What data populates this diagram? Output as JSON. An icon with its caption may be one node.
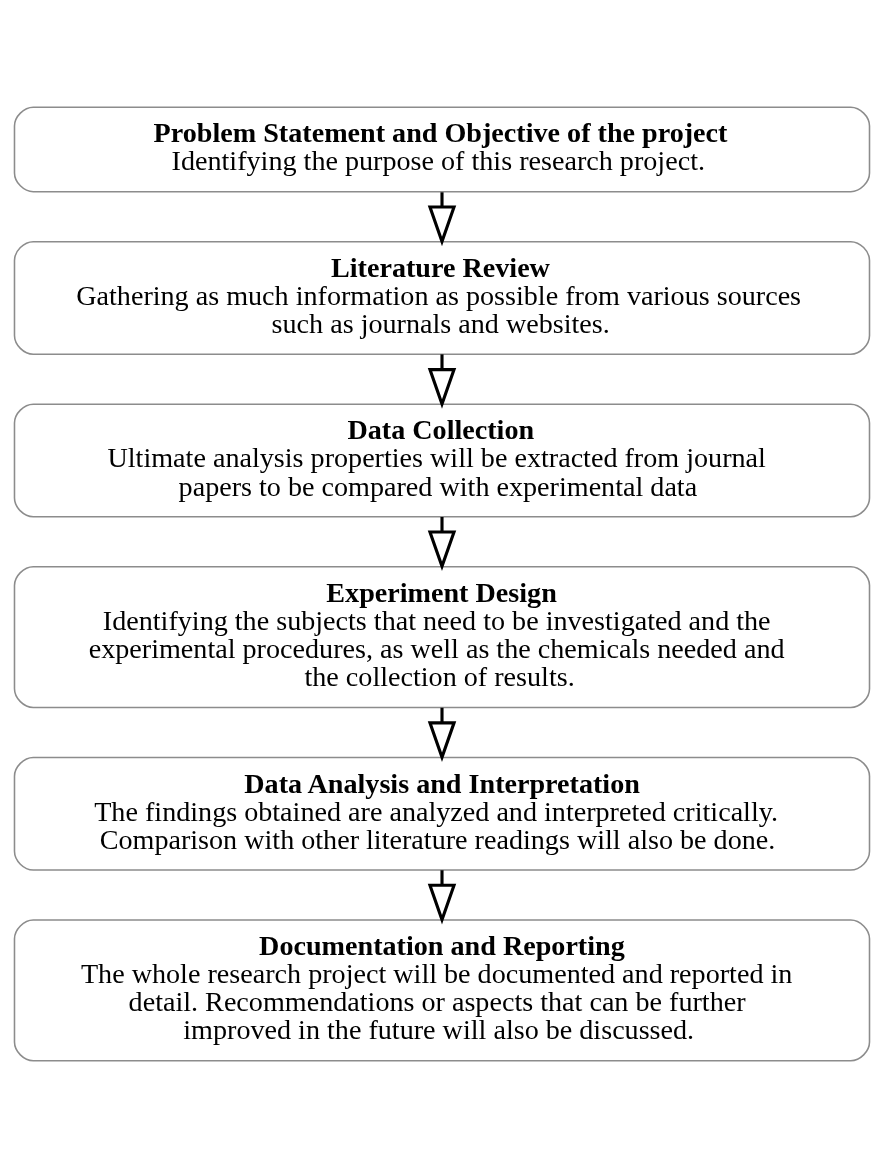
{
  "diagram": {
    "nodes": [
      {
        "text": [
          "Problem Statement and Objective of the project",
          "Identifying the purpose of this research project."
        ]
      },
      {
        "text": [
          "Literature Review",
          "Gathering as much information as possible from various sources such as journals and websites."
        ]
      },
      {
        "text": [
          "Data Collection",
          "Ultimate analysis properties will be extracted from journal papers to be compared with experimental data"
        ]
      },
      {
        "text": [
          "Experiment Design",
          "Identifying the subjects that need to be investigated and the experimental procedures, as well as the chemicals needed and the collection of results."
        ]
      },
      {
        "text": [
          "Data Analysis and Interpretation",
          "The findings obtained are analyzed and interpreted critically. Comparison with other literature readings will also be done."
        ]
      },
      {
        "text": [
          "Documentation and Reporting",
          "The whole research project will be documented and reported in detail. Recommendations or aspects that can be further improved in the future will also be discussed."
        ]
      }
    ],
    "edges": [
      {
        "from": 0,
        "to": 1,
        "arrow": "to"
      },
      {
        "from": 1,
        "to": 2,
        "arrow": "to"
      },
      {
        "from": 2,
        "to": 3,
        "arrow": "to"
      },
      {
        "from": 3,
        "to": 4,
        "arrow": "to"
      },
      {
        "from": 4,
        "to": 5,
        "arrow": "to"
      }
    ]
  }
}
